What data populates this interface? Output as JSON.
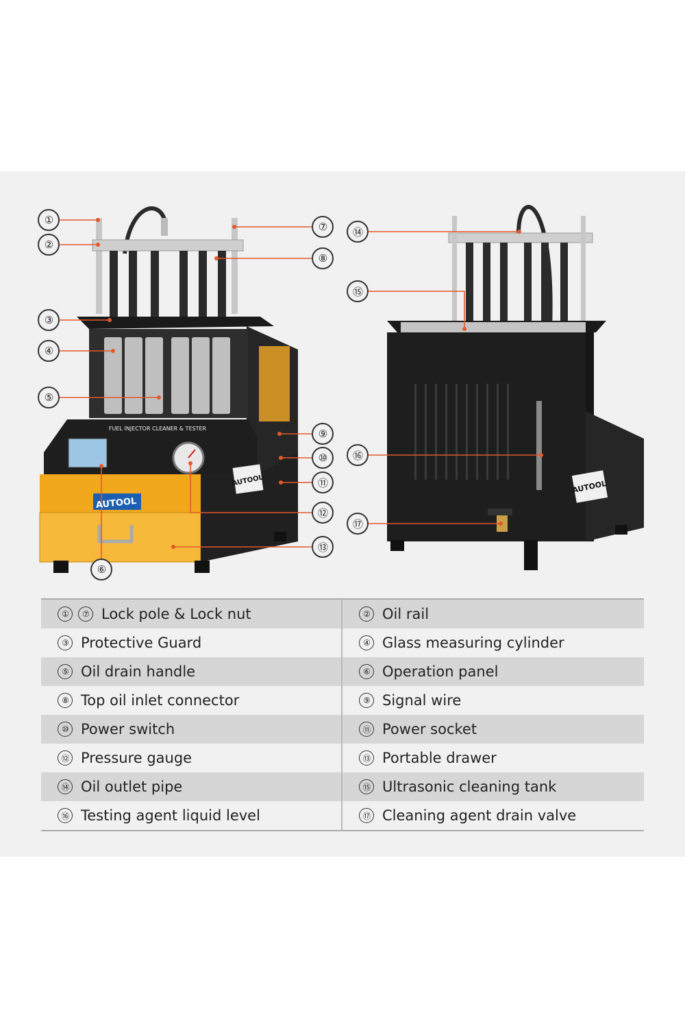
{
  "brand": "AUTOOL",
  "panel_title": "FUEL INJECTOR CLEANER & TESTER",
  "callouts": [
    "①",
    "②",
    "③",
    "④",
    "⑤",
    "⑥",
    "⑦",
    "⑧",
    "⑨",
    "⑩",
    "⑪",
    "⑫",
    "⑬",
    "⑭",
    "⑮",
    "⑯",
    "⑰"
  ],
  "legend": [
    {
      "left": {
        "nums": [
          "①",
          "⑦"
        ],
        "label": "Lock pole & Lock nut"
      },
      "right": {
        "nums": [
          "②"
        ],
        "label": "Oil rail"
      }
    },
    {
      "left": {
        "nums": [
          "③"
        ],
        "label": "Protective Guard"
      },
      "right": {
        "nums": [
          "④"
        ],
        "label": "Glass measuring cylinder"
      }
    },
    {
      "left": {
        "nums": [
          "⑤"
        ],
        "label": "Oil drain handle"
      },
      "right": {
        "nums": [
          "⑥"
        ],
        "label": "Operation panel"
      }
    },
    {
      "left": {
        "nums": [
          "⑧"
        ],
        "label": "Top oil inlet connector"
      },
      "right": {
        "nums": [
          "⑨"
        ],
        "label": "Signal wire"
      }
    },
    {
      "left": {
        "nums": [
          "⑩"
        ],
        "label": "Power switch"
      },
      "right": {
        "nums": [
          "⑪"
        ],
        "label": "Power socket"
      }
    },
    {
      "left": {
        "nums": [
          "⑫"
        ],
        "label": "Pressure gauge"
      },
      "right": {
        "nums": [
          "⑬"
        ],
        "label": "Portable drawer"
      }
    },
    {
      "left": {
        "nums": [
          "⑭"
        ],
        "label": "Oil outlet pipe"
      },
      "right": {
        "nums": [
          "⑮"
        ],
        "label": "Ultrasonic cleaning tank"
      }
    },
    {
      "left": {
        "nums": [
          "⑯"
        ],
        "label": "Testing agent liquid level"
      },
      "right": {
        "nums": [
          "⑰"
        ],
        "label": "Cleaning agent drain valve"
      }
    }
  ],
  "colors": {
    "accent": "#f2a81d",
    "body": "#1c1c1c",
    "shade_row": "#d6d6d6",
    "panel_bg": "#f1f1f1",
    "leader": "#e2592a"
  }
}
